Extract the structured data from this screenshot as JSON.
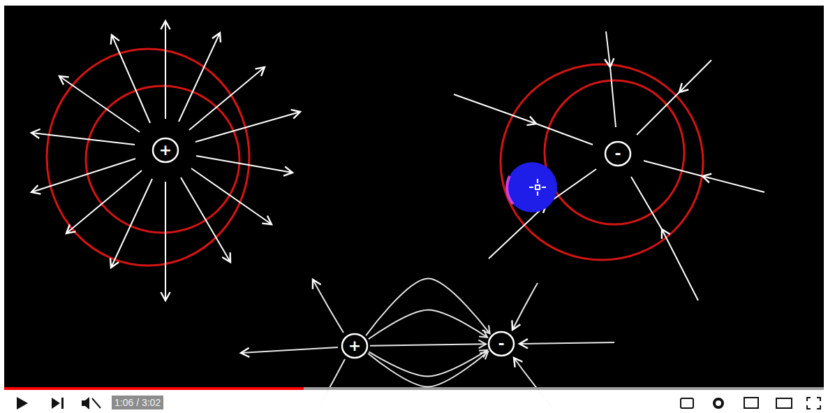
{
  "diagram": {
    "nodes": [
      {
        "text": [
          "+"
        ]
      },
      {
        "text": [
          "-"
        ]
      },
      {
        "text": [
          "+"
        ]
      },
      {
        "text": [
          "-"
        ]
      }
    ],
    "edges": [
      {
        "from": 2,
        "to": 3,
        "arrow": "to"
      },
      {
        "from": 2,
        "to": 3,
        "arrow": "to"
      },
      {
        "from": 2,
        "to": 3,
        "arrow": "to"
      },
      {
        "from": 2,
        "to": 3,
        "arrow": "to"
      },
      {
        "from": 2,
        "to": 3,
        "arrow": "to"
      }
    ],
    "labels": [
      "1:06 / 3:02"
    ]
  }
}
